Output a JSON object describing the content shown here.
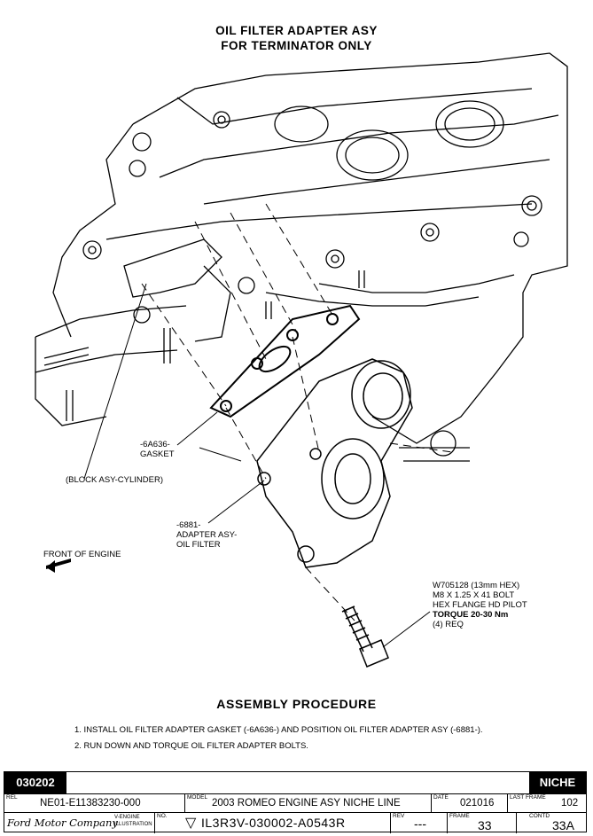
{
  "title": {
    "line1": "OIL FILTER ADAPTER ASY",
    "line2": "FOR TERMINATOR ONLY"
  },
  "labels": {
    "gasket": "-6A636-\nGASKET",
    "block": "(BLOCK ASY-CYLINDER)",
    "adapter": "-6881-\nADAPTER ASY-\nOIL FILTER",
    "front": "FRONT OF ENGINE",
    "bolt_spec": "W705128 (13mm HEX)\nM8 X 1.25 X 41 BOLT\nHEX FLANGE HD PILOT",
    "torque": "TORQUE 20-30 Nm",
    "req": "(4) REQ"
  },
  "procedure": {
    "heading": "ASSEMBLY PROCEDURE",
    "steps": [
      "1.  INSTALL OIL FILTER ADAPTER GASKET (-6A636-) AND POSITION OIL FILTER ADAPTER ASY (-6881-).",
      "2.  RUN DOWN AND TORQUE OIL FILTER ADAPTER BOLTS."
    ]
  },
  "footer": {
    "code": "030202",
    "niche": "NICHE",
    "rel_label": "REL",
    "rel_value": "NE01-E11383230-000",
    "model_label": "MODEL",
    "model_value": "2003 ROMEO ENGINE ASY NICHE LINE",
    "date_label": "DATE",
    "date_value": "021016",
    "last_frame_label": "LAST FRAME",
    "last_frame_value": "102",
    "company": "Ford Motor Company",
    "vengine": "V-ENGINE\nILLUSTRATION",
    "no_label": "NO.",
    "no_value": "IL3R3V-030002-A0543R",
    "rev_label": "REV",
    "rev_value": "---",
    "frame_label": "FRAME",
    "frame_value": "33",
    "contd_label": "CONTD",
    "contd_value": "33A"
  }
}
